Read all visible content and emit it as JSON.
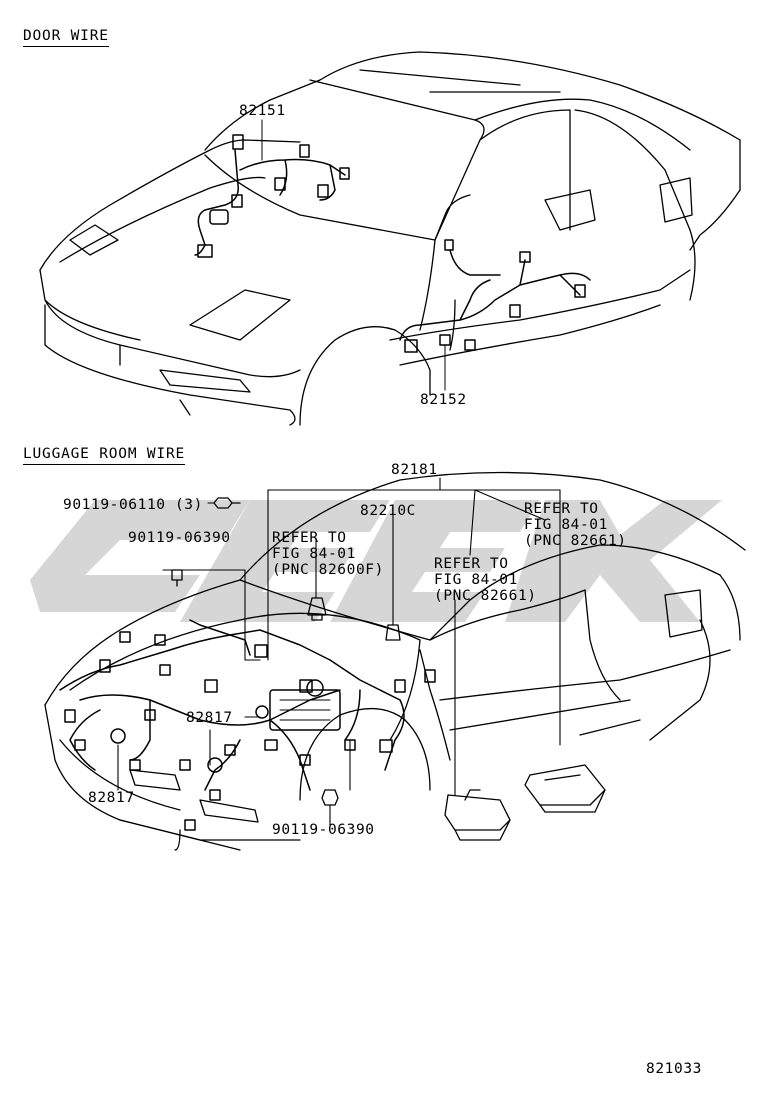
{
  "sections": {
    "door_wire": "DOOR WIRE",
    "luggage_room_wire": "LUGGAGE ROOM WIRE"
  },
  "door_parts": {
    "p82151": "82151",
    "p82152": "82152"
  },
  "luggage_parts": {
    "p82181": "82181",
    "p82210c": "82210C",
    "p90119_06110": "90119-06110 (3)",
    "p90119_06390_top": "90119-06390",
    "p90119_06390_bottom": "90119-06390",
    "p82817_center": "82817",
    "p82817_left": "82817"
  },
  "refer_notes": {
    "note1": [
      "REFER TO",
      "FIG 84-01",
      "(PNC 82600F)"
    ],
    "note2": [
      "REFER TO",
      "FIG 84-01",
      "(PNC 82661)"
    ],
    "note3": [
      "REFER TO",
      "FIG 84-01",
      "(PNC 82661)"
    ]
  },
  "figure_number": "821033",
  "colors": {
    "line": "#000000",
    "watermark": "#c8c8c8",
    "background": "#ffffff"
  }
}
